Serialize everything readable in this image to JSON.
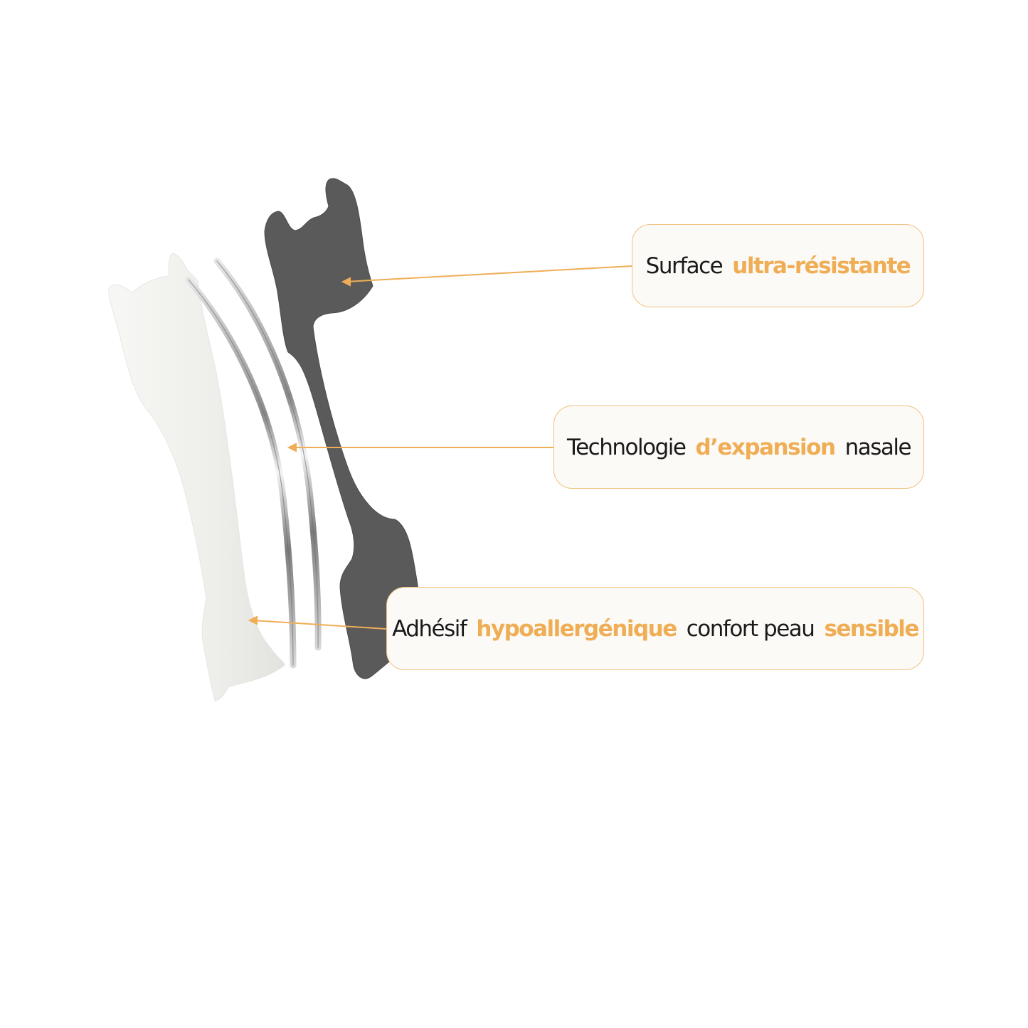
{
  "callouts": {
    "surface": {
      "text": "Surface",
      "highlight": "ultra-résistante"
    },
    "technology": {
      "prefix": "Technologie",
      "highlight": "d’expansion",
      "suffix": "nasale"
    },
    "adhesive": {
      "prefix": "Adhésif",
      "highlight_1": "hypoallergénique",
      "middle": "confort peau",
      "highlight_2": "sensible"
    }
  },
  "colors": {
    "accent": "#efae56",
    "border": "#f0c27e",
    "callout_bg": "#fcfaf6",
    "text": "#1a1a1a",
    "top_layer": "#5a5a5a",
    "adhesive_layer": "#f2f2ef",
    "spring_band": "#9a9a9a"
  }
}
